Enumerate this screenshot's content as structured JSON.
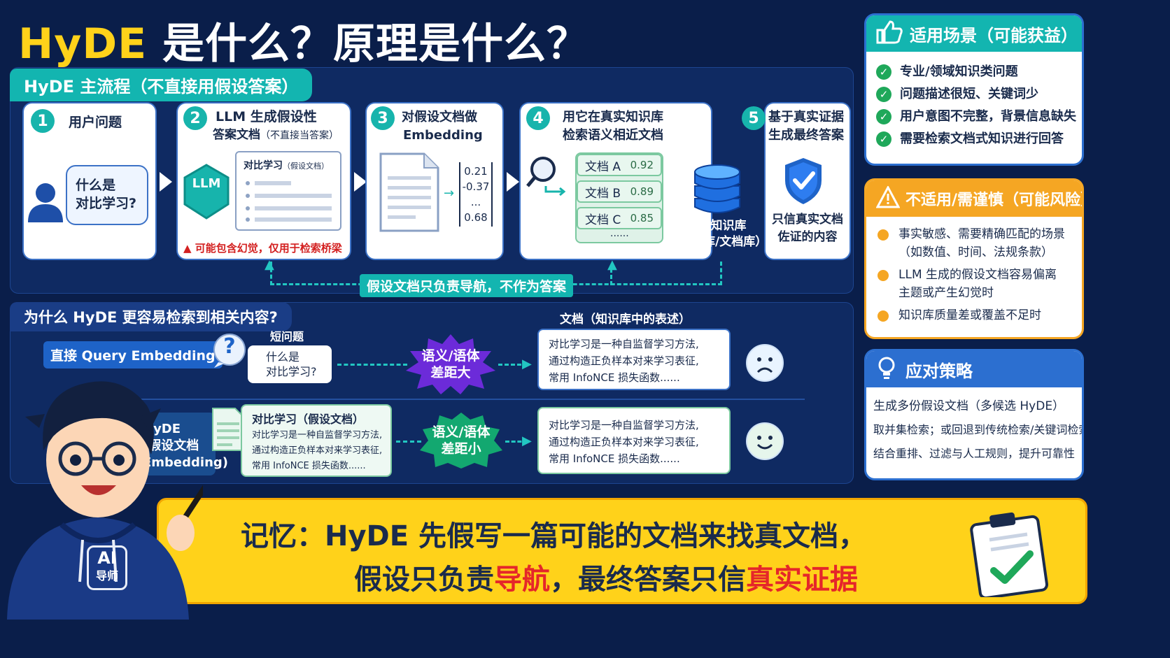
{
  "title": {
    "part1": "HyDE",
    "part2": " 是什么？原理是什么？"
  },
  "flow": {
    "tag": "HyDE 主流程（不直接用假设答案）",
    "steps": [
      {
        "num": "1",
        "title": "用户问题",
        "question": "什么是\n对比学习?"
      },
      {
        "num": "2",
        "title": "LLM 生成假设性",
        "title2": "答案文档",
        "note": "（不直接当答案）",
        "doc_title": "对比学习",
        "doc_note": "（假设文档）",
        "logo": "LLM",
        "warning": "可能包含幻觉，仅用于检索桥梁"
      },
      {
        "num": "3",
        "title": "对假设文档做",
        "title2": "Embedding",
        "vector": [
          "0.21",
          "-0.37",
          "...",
          "0.68"
        ]
      },
      {
        "num": "4",
        "title": "用它在真实知识库",
        "title2": "检索语义相近文档",
        "docs": [
          {
            "name": "文档 A",
            "score": "0.92"
          },
          {
            "name": "文档 B",
            "score": "0.89"
          },
          {
            "name": "文档 C",
            "score": "0.85"
          }
        ],
        "more": "......",
        "db_label": "真实知识库",
        "db_label2": "（向量库/文档库）"
      },
      {
        "num": "5",
        "title": "基于真实证据",
        "title2": "生成最终答案",
        "shield_label": "只信真实文档",
        "shield_label2": "佐证的内容"
      }
    ],
    "loop_note": "假设文档只负责导航，不作为答案"
  },
  "why": {
    "tag": "为什么 HyDE 更容易检索到相关内容?",
    "doc_header": "文档（知识库中的表述）",
    "row1": {
      "label": "直接 Query Embedding",
      "q_title": "短问题",
      "q_text": "什么是\n对比学习?",
      "badge": "语义/语体\n差距大",
      "doc": "对比学习是一种自监督学习方法,\n通过构造正负样本对来学习表征,\n常用 InfoNCE 损失函数......"
    },
    "row2": {
      "label": "HyDE\n(假设文档\nEmbedding)",
      "hypo_title": "对比学习（假设文档）",
      "hypo_text": "对比学习是一种自监督学习方法,\n通过构造正负样本对来学习表征,\n常用 InfoNCE 损失函数......",
      "badge": "语义/语体\n差距小",
      "doc": "对比学习是一种自监督学习方法,\n通过构造正负样本对来学习表征,\n常用 InfoNCE 损失函数......"
    }
  },
  "suitable": {
    "title": "适用场景（可能获益）",
    "items": [
      "专业/领域知识类问题",
      "问题描述很短、关键词少",
      "用户意图不完整，背景信息缺失",
      "需要检索文档式知识进行回答"
    ]
  },
  "risky": {
    "title": "不适用/需谨慎（可能风险）",
    "items": [
      "事实敏感、需要精确匹配的场景\n（如数值、时间、法规条款）",
      "LLM 生成的假设文档容易偏离\n主题或产生幻觉时",
      "知识库质量差或覆盖不足时"
    ]
  },
  "strategy": {
    "title": "应对策略",
    "items": [
      "生成多份假设文档（多候选 HyDE）",
      "取并集检索；或回退到传统检索/关键词检索",
      "结合重排、过滤与人工规则，提升可靠性"
    ]
  },
  "memo": {
    "prefix": "记忆：HyDE 先假写一篇可能的文档来找真文档，",
    "line2_a": "假设只负责",
    "line2_b": "导航",
    "line2_c": "，最终答案只信",
    "line2_d": "真实证据"
  },
  "mascot": {
    "badge1": "AI",
    "badge2": "导师"
  },
  "colors": {
    "accent_teal": "#13b5b0",
    "highlight_red": "#e5262a",
    "memo_yellow": "#ffd21a",
    "bg_navy": "#0a1e4a"
  }
}
